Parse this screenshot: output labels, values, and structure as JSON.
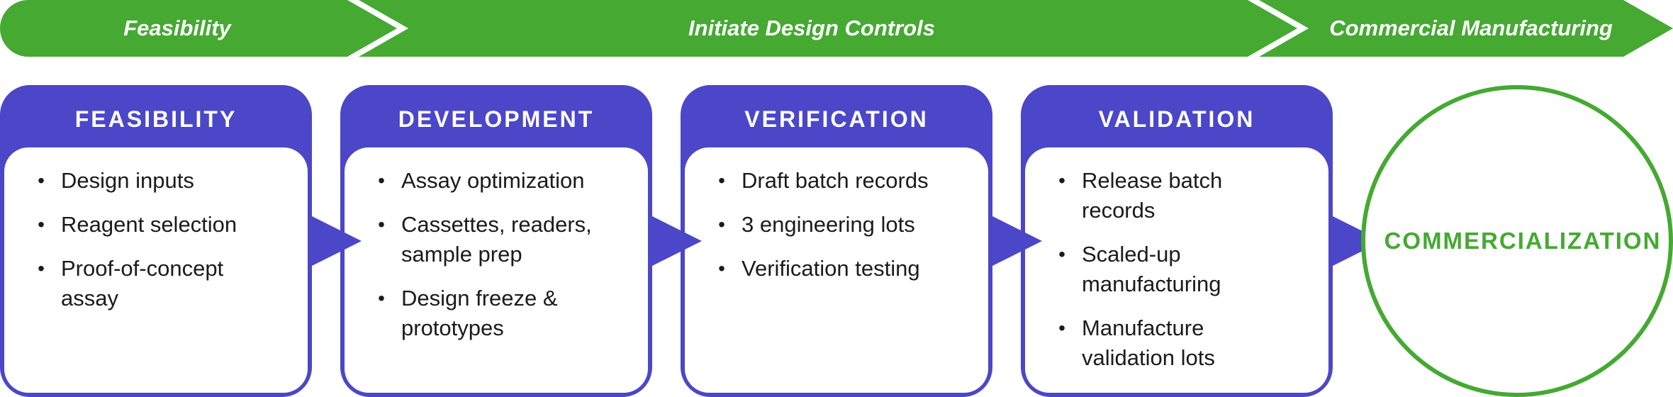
{
  "colors": {
    "phase_green": "#45a932",
    "stage_purple": "#4b47c8",
    "text_dark": "#1b1b1b",
    "white": "#ffffff"
  },
  "phases": [
    {
      "label": "Feasibility"
    },
    {
      "label": "Initiate Design Controls"
    },
    {
      "label": "Commercial Manufacturing"
    }
  ],
  "stages": [
    {
      "title": "FEASIBILITY",
      "items": [
        "Design inputs",
        "Reagent selection",
        "Proof-of-concept assay"
      ]
    },
    {
      "title": "DEVELOPMENT",
      "items": [
        "Assay optimization",
        "Cassettes, readers, sample prep",
        "Design freeze & prototypes"
      ]
    },
    {
      "title": "VERIFICATION",
      "items": [
        "Draft batch records",
        "3 engineering lots",
        "Verification testing"
      ]
    },
    {
      "title": "VALIDATION",
      "items": [
        "Release batch records",
        "Scaled-up manufacturing",
        "Manufacture validation lots"
      ]
    }
  ],
  "final": {
    "label": "COMMERCIALIZATION"
  },
  "icons": {
    "bullet": "•",
    "connector": "triangle-right-arrow",
    "phase_separator": "chevron-right"
  }
}
